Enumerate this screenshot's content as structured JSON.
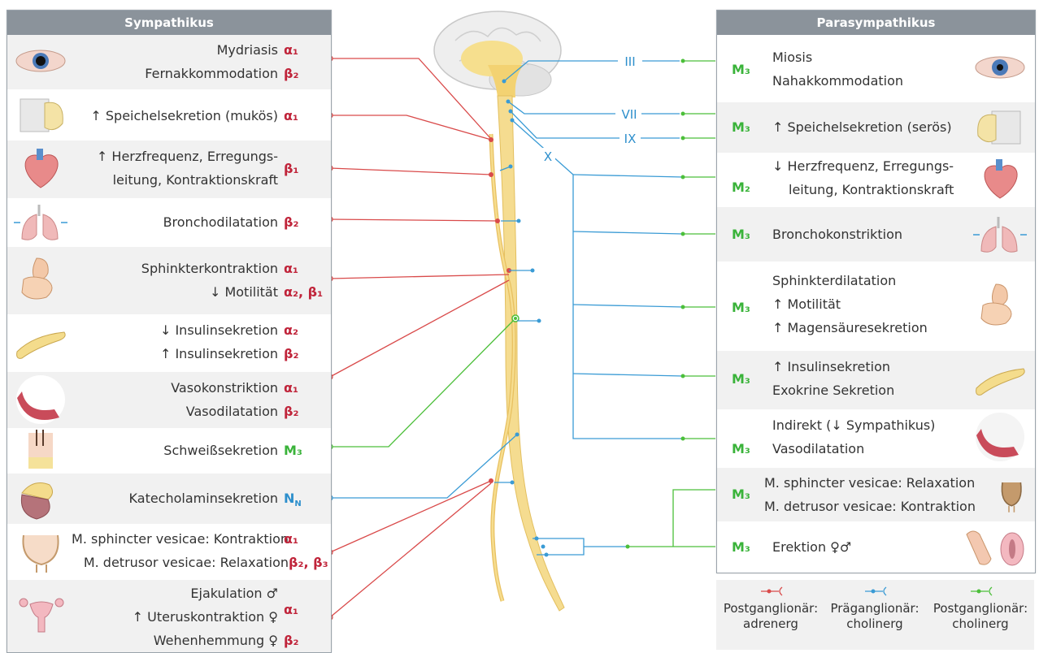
{
  "sympathikus": {
    "title": "Sympathikus",
    "rows": [
      {
        "lines": [
          "Mydriasis",
          "Fernakkommodation"
        ],
        "codes": [
          "α₁",
          "β₂"
        ],
        "organ": "eye-icon"
      },
      {
        "lines": [
          "↑ Speichelsekretion (mukös)"
        ],
        "codes": [
          "α₁"
        ],
        "organ": "salivary-gland-icon"
      },
      {
        "lines": [
          "↑ Herzfrequenz, Erregungs-",
          "leitung, Kontraktionskraft"
        ],
        "codes": [
          "β₁"
        ],
        "organ": "heart-icon"
      },
      {
        "lines": [
          "Bronchodilatation"
        ],
        "codes": [
          "β₂"
        ],
        "organ": "lungs-icon"
      },
      {
        "lines": [
          "Sphinkterkontraktion",
          "↓ Motilität"
        ],
        "codes": [
          "α₁",
          "α₂, β₁"
        ],
        "organ": "stomach-intestine-icon"
      },
      {
        "lines": [
          "↓ Insulinsekretion",
          "↑ Insulinsekretion"
        ],
        "codes": [
          "α₂",
          "β₂"
        ],
        "organ": "pancreas-icon"
      },
      {
        "lines": [
          "Vasokonstriktion",
          "Vasodilatation"
        ],
        "codes": [
          "α₁",
          "β₂"
        ],
        "organ": "blood-vessel-icon"
      },
      {
        "lines": [
          "Schweißsekretion"
        ],
        "codes": [
          "M₃"
        ],
        "code_color": "green",
        "organ": "skin-icon"
      },
      {
        "lines": [
          "Katecholaminsekretion"
        ],
        "codes": [
          "N_N"
        ],
        "code_color": "blue",
        "organ": "adrenal-gland-icon"
      },
      {
        "lines": [
          "M. sphincter vesicae: Kontraktion",
          "M. detrusor vesicae: Relaxation"
        ],
        "codes": [
          "α₁",
          "β₂, β₃"
        ],
        "organ": "bladder-icon"
      },
      {
        "lines": [
          "Ejakulation ♂",
          "↑ Uteruskontraktion ♀",
          "Wehenhemmung ♀"
        ],
        "codes": [
          "α₁",
          "β₂"
        ],
        "organ": "reproductive-organs-icon"
      }
    ]
  },
  "parasympathikus": {
    "title": "Parasympathikus",
    "rows": [
      {
        "lines": [
          "Miosis",
          "Nahakkommodation"
        ],
        "codes": [
          "M₃"
        ],
        "organ": "eye-icon"
      },
      {
        "lines": [
          "↑ Speichelsekretion (serös)"
        ],
        "codes": [
          "M₃"
        ],
        "organ": "salivary-gland-icon"
      },
      {
        "lines": [
          "↓ Herzfrequenz, Erregungs-",
          "leitung, Kontraktionskraft"
        ],
        "codes": [
          "M₂"
        ],
        "organ": "heart-icon"
      },
      {
        "lines": [
          "Bronchokonstriktion"
        ],
        "codes": [
          "M₃"
        ],
        "organ": "lungs-icon"
      },
      {
        "lines": [
          "Sphinkterdilatation",
          "↑ Motilität",
          "↑ Magensäuresekretion"
        ],
        "codes": [
          "M₃"
        ],
        "organ": "stomach-intestine-icon"
      },
      {
        "lines": [
          "↑ Insulinsekretion",
          "Exokrine  Sekretion"
        ],
        "codes": [
          "M₃"
        ],
        "organ": "pancreas-icon"
      },
      {
        "lines": [
          "Indirekt (↓ Sympathikus)",
          "Vasodilatation"
        ],
        "codes": [
          "M₃"
        ],
        "organ": "blood-vessel-icon"
      },
      {
        "lines": [
          "M. sphincter vesicae: Relaxation",
          "M. detrusor vesicae: Kontraktion"
        ],
        "codes": [
          "M₃"
        ],
        "organ": "bladder-icon"
      },
      {
        "lines": [
          "Erektion ♀♂"
        ],
        "codes": [
          "M₃"
        ],
        "organ": "genitals-icon"
      }
    ]
  },
  "cranial_nerves": [
    "III",
    "VII",
    "IX",
    "X"
  ],
  "legend": [
    {
      "label": "Postganglionär: adrenerg",
      "color": "#d94a4a"
    },
    {
      "label": "Präganglionär: cholinerg",
      "color": "#3a9bd5"
    },
    {
      "label": "Postganglionär: cholinerg",
      "color": "#4cbf3a"
    }
  ],
  "colors": {
    "sympathetic": "#d94a4a",
    "parasympathetic": "#3a9bd5",
    "cholinergic_post": "#4cbf3a",
    "header": "#8b939b"
  }
}
